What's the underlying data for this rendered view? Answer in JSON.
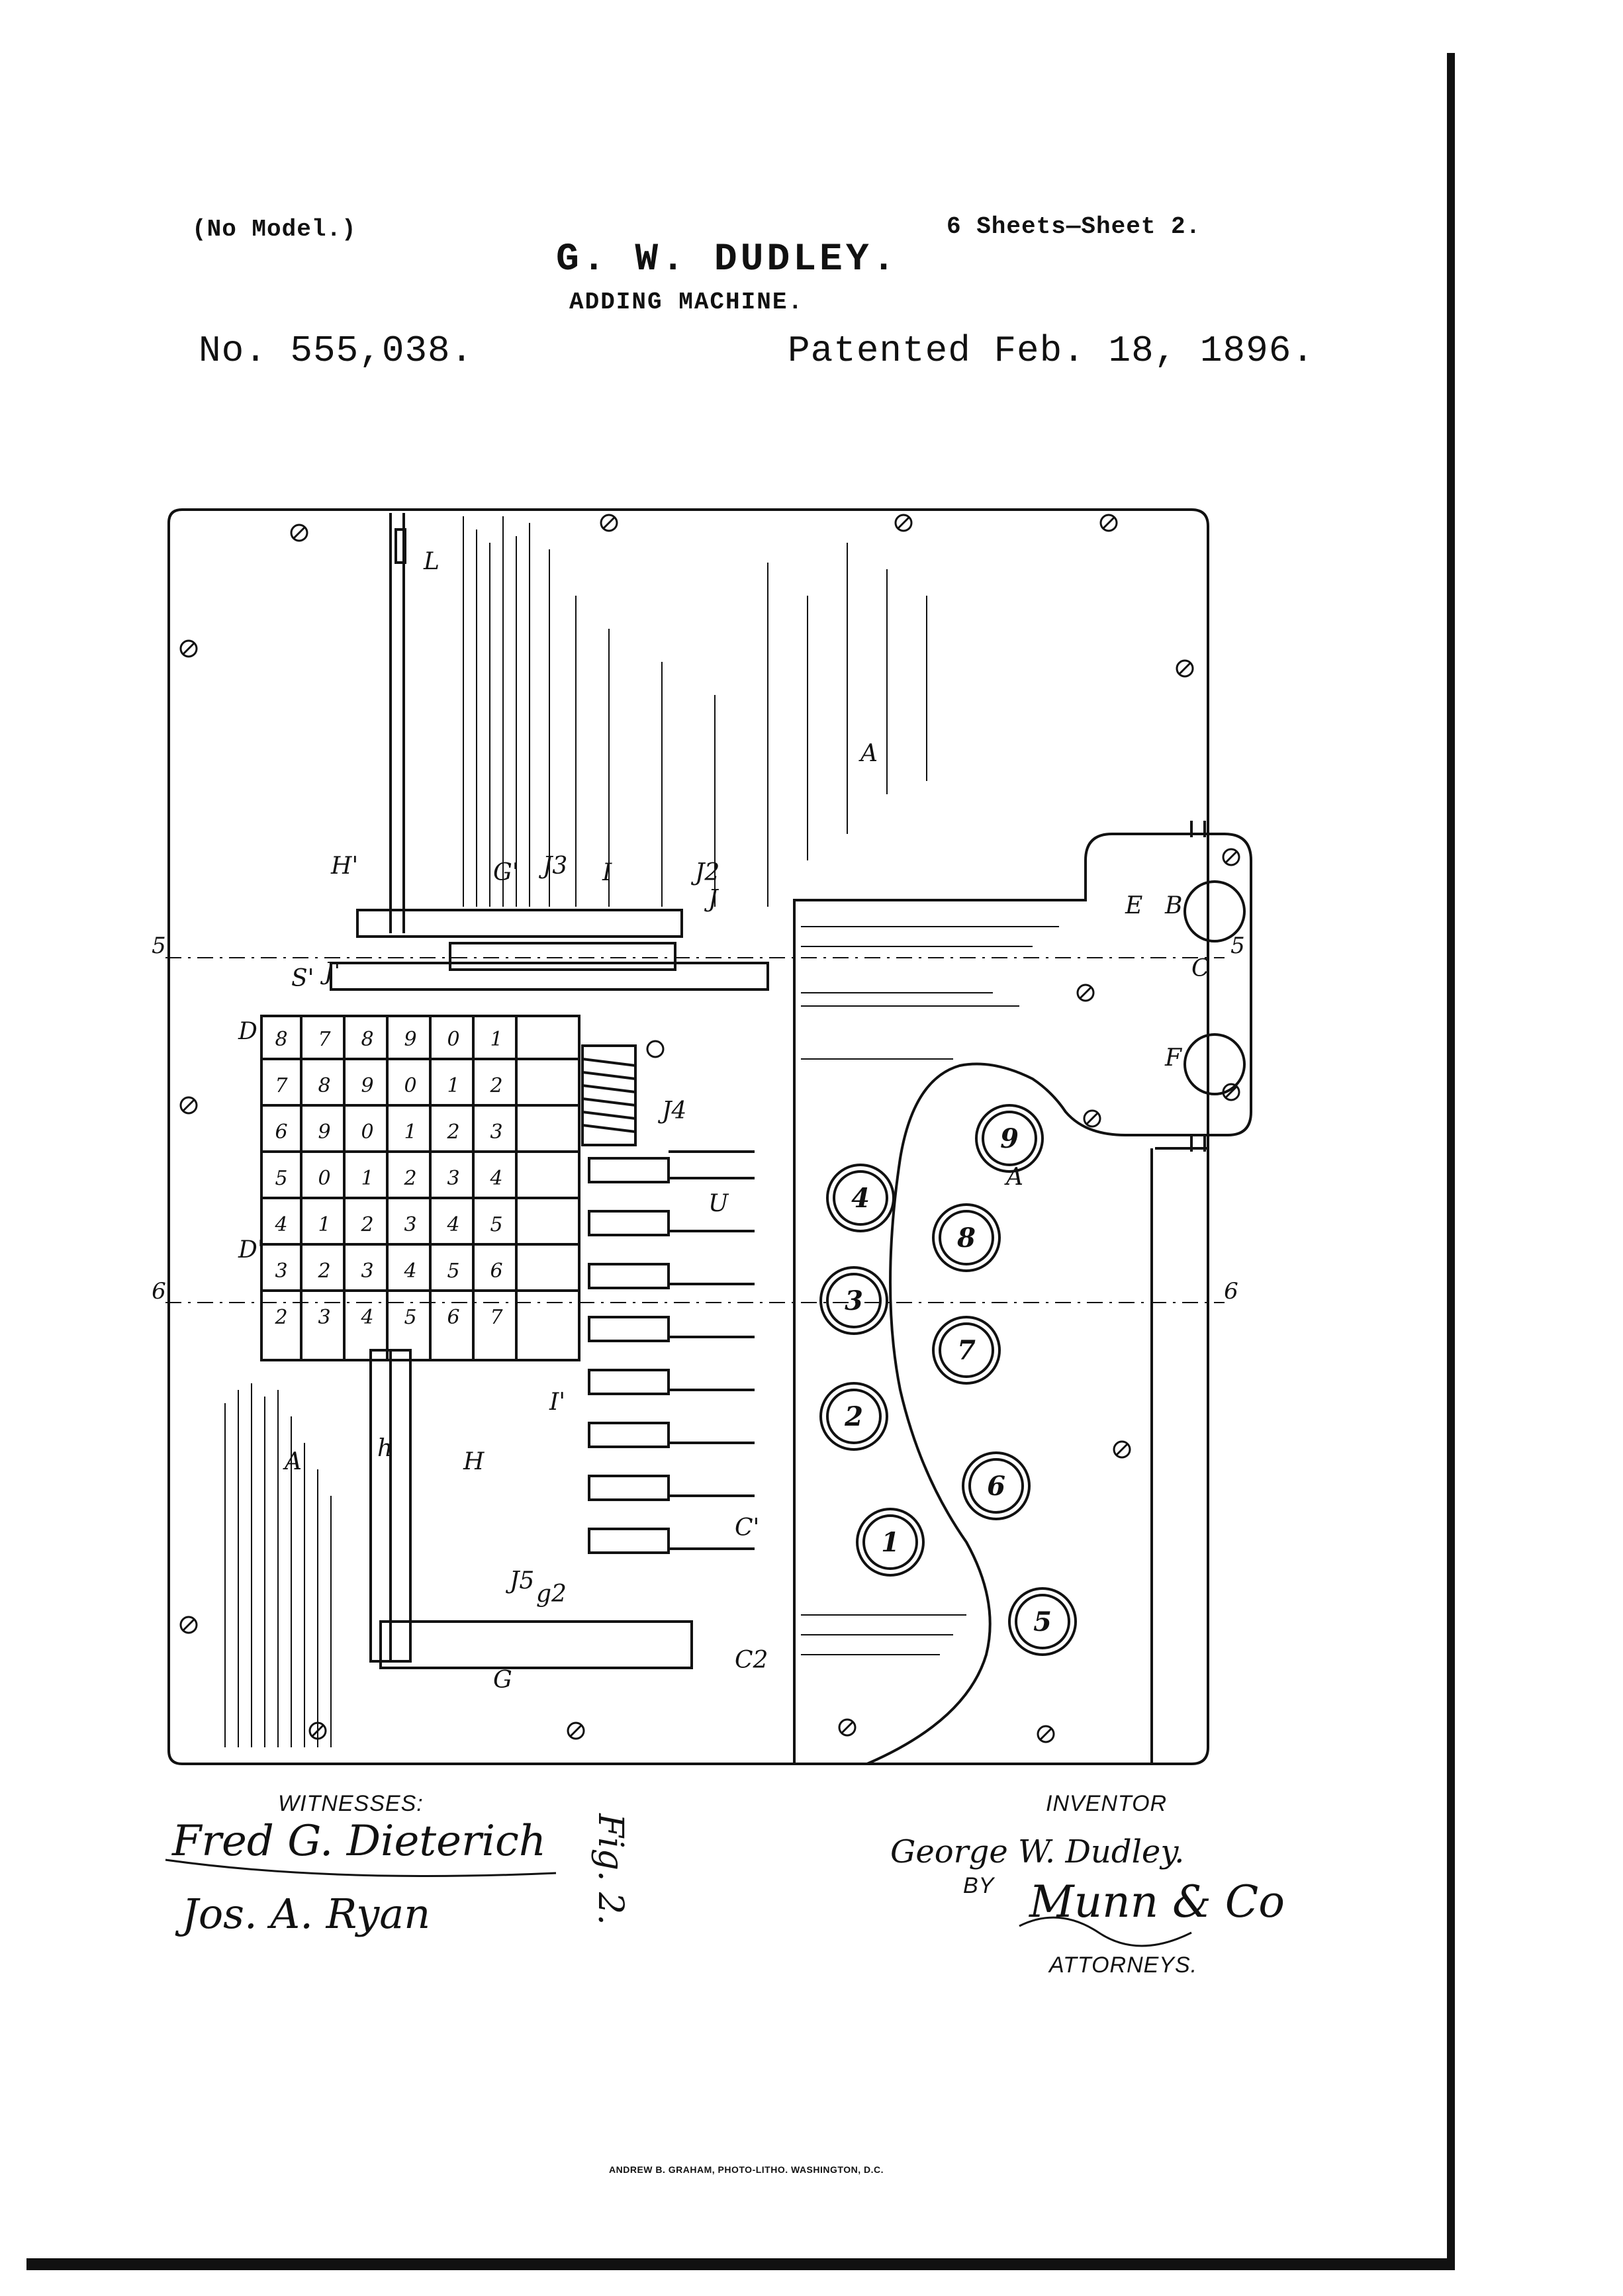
{
  "header": {
    "model_note": "(No Model.)",
    "sheet_info": "6 Sheets—Sheet 2.",
    "inventor_name": "G. W. DUDLEY.",
    "title": "ADDING MACHINE.",
    "patent_number": "No. 555,038.",
    "patent_date": "Patented Feb. 18, 1896."
  },
  "figure": {
    "label": "Fig. 2.",
    "section_marks": [
      "5",
      "5",
      "6",
      "6"
    ],
    "keys": [
      "1",
      "2",
      "3",
      "4",
      "5",
      "6",
      "7",
      "8",
      "9"
    ],
    "reference_letters": [
      "A",
      "A",
      "A",
      "B",
      "C",
      "E",
      "F",
      "G",
      "G'",
      "H",
      "H'",
      "I",
      "I'",
      "J",
      "J'",
      "J2",
      "J3",
      "J4",
      "J5",
      "L",
      "S'",
      "D",
      "D'",
      "C'",
      "C2",
      "U",
      "h",
      "g2"
    ]
  },
  "signatures": {
    "witnesses_label": "WITNESSES:",
    "witness_1": "Fred G. Dieterich",
    "witness_2": "Jos. A. Ryan",
    "inventor_label": "INVENTOR",
    "inventor_signature": "George W. Dudley.",
    "by_label": "BY",
    "attorney_signature": "Munn & Co",
    "attorneys_label": "ATTORNEYS."
  },
  "footer": {
    "credit": "ANDREW B. GRAHAM, PHOTO-LITHO. WASHINGTON, D.C."
  }
}
